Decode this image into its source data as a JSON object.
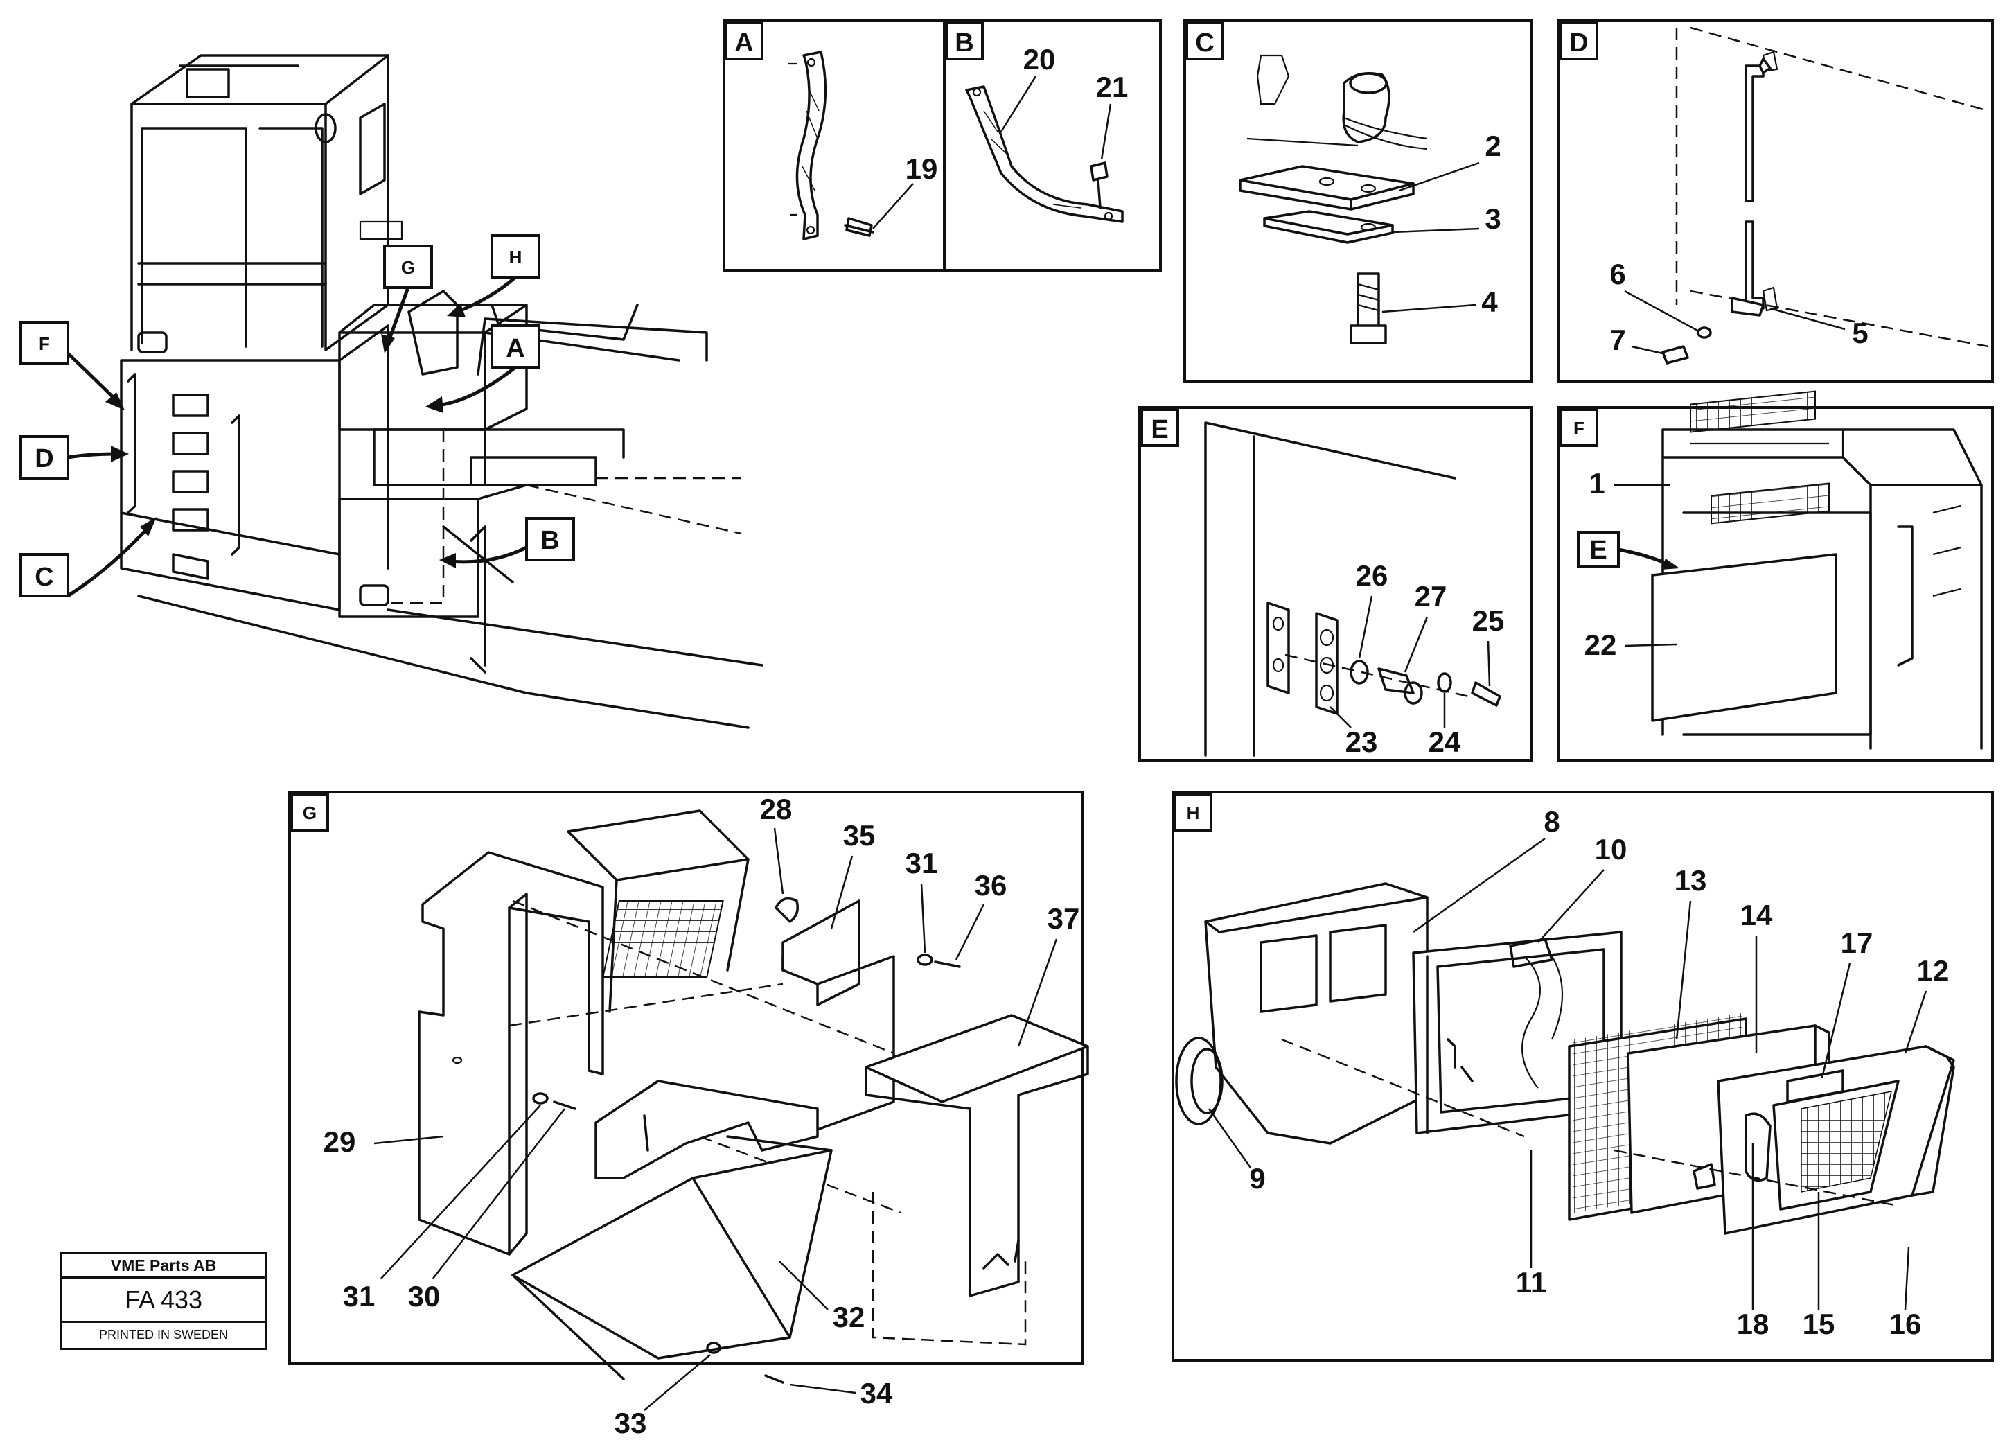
{
  "title_block": {
    "company": "VME Parts AB",
    "drawing_number": "FA 433",
    "printed": "PRINTED IN SWEDEN"
  },
  "overview_callouts": [
    "F",
    "D",
    "C",
    "G",
    "H",
    "A",
    "B"
  ],
  "panels": [
    {
      "id": "A",
      "title": "A",
      "parts": [
        "19"
      ]
    },
    {
      "id": "B",
      "title": "B",
      "parts": [
        "20",
        "21"
      ]
    },
    {
      "id": "C",
      "title": "C",
      "parts": [
        "2",
        "3",
        "4"
      ]
    },
    {
      "id": "D",
      "title": "D",
      "parts": [
        "6",
        "7",
        "5"
      ]
    },
    {
      "id": "E",
      "title": "E",
      "parts": [
        "26",
        "27",
        "25",
        "23",
        "24"
      ]
    },
    {
      "id": "F",
      "title": "F",
      "inner_callout": "E",
      "parts": [
        "1",
        "22"
      ]
    },
    {
      "id": "G",
      "title": "G",
      "parts": [
        "28",
        "35",
        "31",
        "36",
        "37",
        "29",
        "31",
        "30",
        "32",
        "33",
        "34"
      ]
    },
    {
      "id": "H",
      "title": "H",
      "parts": [
        "8",
        "10",
        "13",
        "14",
        "17",
        "12",
        "9",
        "11",
        "18",
        "15",
        "16"
      ]
    }
  ]
}
